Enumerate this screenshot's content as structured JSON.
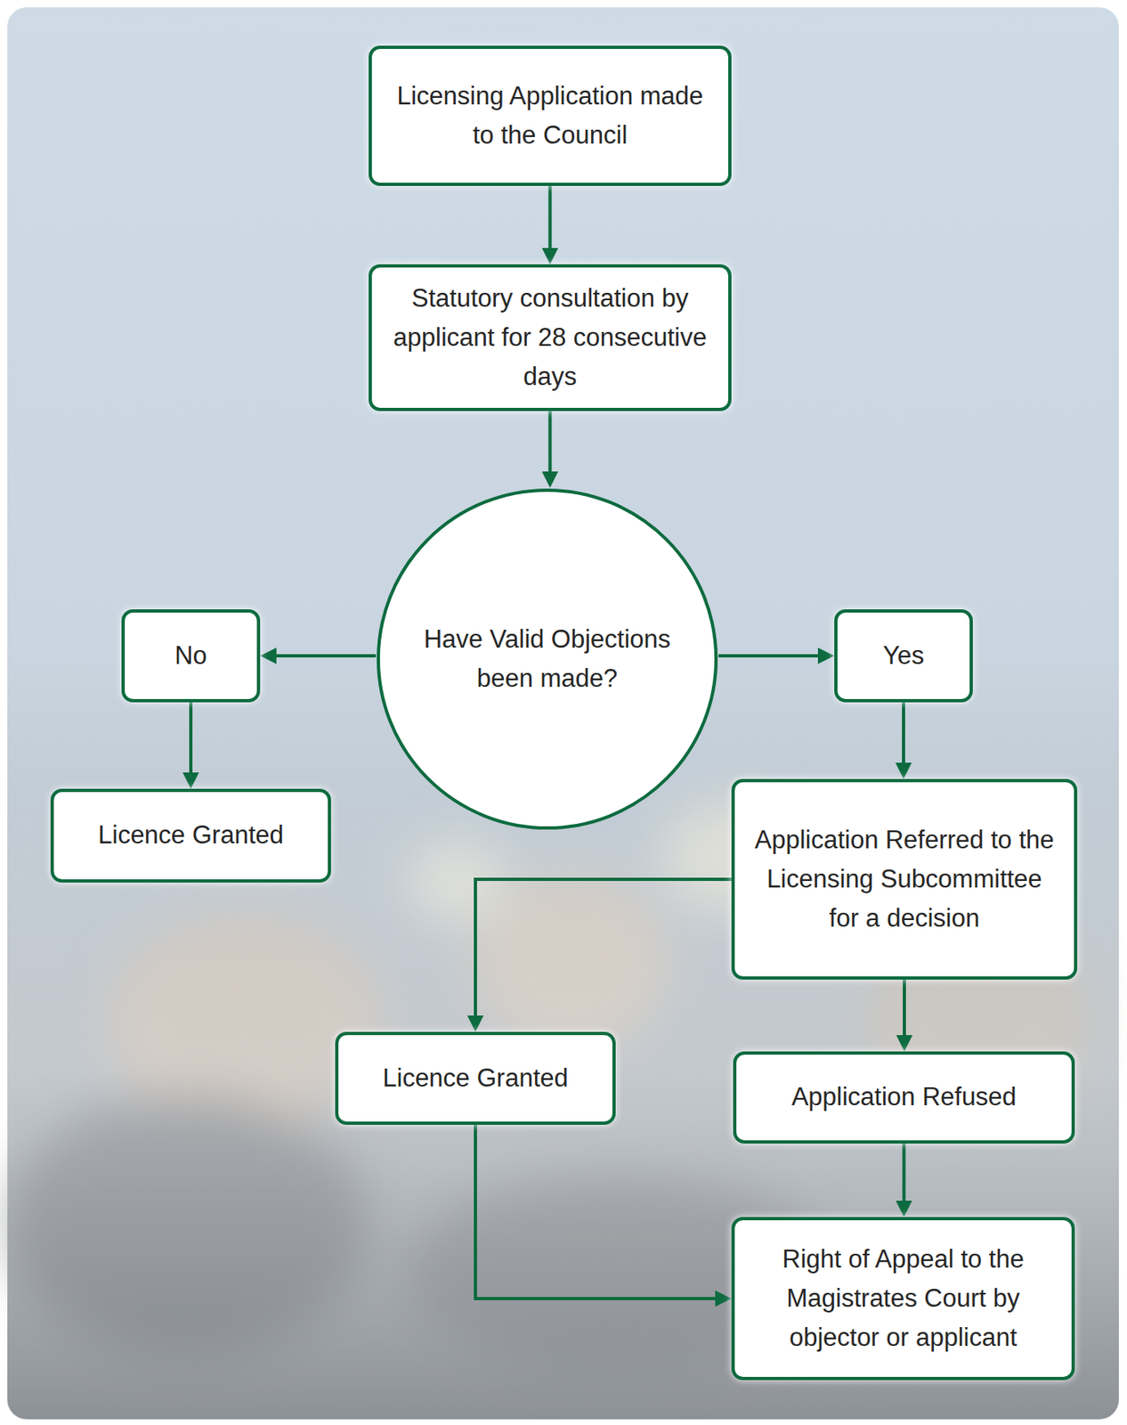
{
  "diagram": {
    "nodes": [
      {
        "text": [
          "Licensing Application made to the Council"
        ]
      },
      {
        "text": [
          "Statutory consultation by applicant for 28 consecutive days"
        ]
      },
      {
        "text": [
          "Have Valid Objections been made?"
        ]
      },
      {
        "text": [
          "No"
        ]
      },
      {
        "text": [
          "Yes"
        ]
      },
      {
        "text": [
          "Licence Granted"
        ]
      },
      {
        "text": [
          "Application Referred to the Licensing Subcommittee for a decision"
        ]
      },
      {
        "text": [
          "Licence Granted"
        ]
      },
      {
        "text": [
          "Application Refused"
        ]
      },
      {
        "text": [
          "Right of Appeal to the Magistrates Court by objector or applicant"
        ]
      }
    ],
    "edges": [
      {
        "from": 0,
        "to": 1,
        "arrow": "to"
      },
      {
        "from": 1,
        "to": 2,
        "arrow": "to"
      },
      {
        "from": 2,
        "to": 3,
        "arrow": "to"
      },
      {
        "from": 2,
        "to": 4,
        "arrow": "to"
      },
      {
        "from": 3,
        "to": 5,
        "arrow": "to"
      },
      {
        "from": 4,
        "to": 6,
        "arrow": "to"
      },
      {
        "from": 6,
        "to": 7,
        "arrow": "to"
      },
      {
        "from": 6,
        "to": 8,
        "arrow": "to"
      },
      {
        "from": 8,
        "to": 9,
        "arrow": "to"
      },
      {
        "from": 7,
        "to": 9,
        "arrow": "to"
      }
    ]
  }
}
